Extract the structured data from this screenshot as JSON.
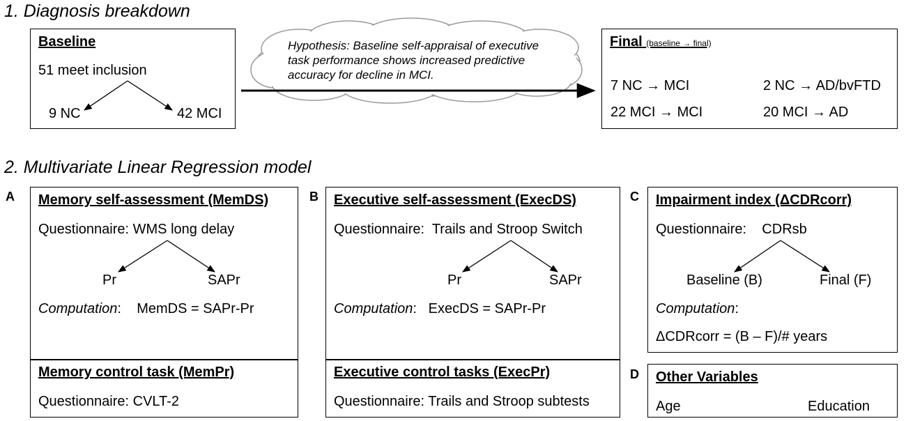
{
  "section1": {
    "title": "1. Diagnosis breakdown",
    "baseline": {
      "title": "Baseline",
      "meet": "51 meet inclusion",
      "nc": "9 NC",
      "mci": "42 MCI"
    },
    "hypothesis": "Hypothesis: Baseline self-appraisal of executive task performance shows increased  predictive accuracy for decline in MCI.",
    "hypothesis_lines": [
      "Hypothesis: Baseline self-appraisal of executive",
      "task performance shows increased  predictive",
      "accuracy for decline in MCI."
    ],
    "final": {
      "title": "Final",
      "subtitle": "(baseline → final)",
      "items": [
        "7 NC → MCI",
        "2 NC → AD/bvFTD",
        "22 MCI → MCI",
        "20 MCI → AD"
      ]
    }
  },
  "section2": {
    "title": "2. Multivariate Linear Regression model",
    "panelA": {
      "letter": "A",
      "title": "Memory self-assessment (MemDS)",
      "questionnaire": "Questionnaire: WMS long delay",
      "pr": "Pr",
      "sapr": "SAPr",
      "computation_label": "Computation",
      "computation_value": ":    MemDS = SAPr-Pr",
      "control_title": "Memory control task (MemPr)",
      "control_questionnaire": "Questionnaire: CVLT-2"
    },
    "panelB": {
      "letter": "B",
      "title": "Executive self-assessment (ExecDS)",
      "questionnaire": "Questionnaire:  Trails and Stroop Switch",
      "pr": "Pr",
      "sapr": "SAPr",
      "computation_label": "Computation",
      "computation_value": ":   ExecDS = SAPr-Pr",
      "control_title": "Executive control tasks (ExecPr)",
      "control_questionnaire": "Questionnaire: Trails and Stroop subtests"
    },
    "panelC": {
      "letter": "C",
      "title": "Impairment index (ΔCDRcorr)",
      "questionnaire": "Questionnaire:    CDRsb",
      "baseline": "Baseline (B)",
      "final": "Final (F)",
      "computation_label": "Computation",
      "computation_colon": ":",
      "formula": "ΔCDRcorr = (B – F)/# years"
    },
    "panelD": {
      "letter": "D",
      "title": "Other Variables",
      "age": "Age",
      "education": "Education"
    }
  }
}
